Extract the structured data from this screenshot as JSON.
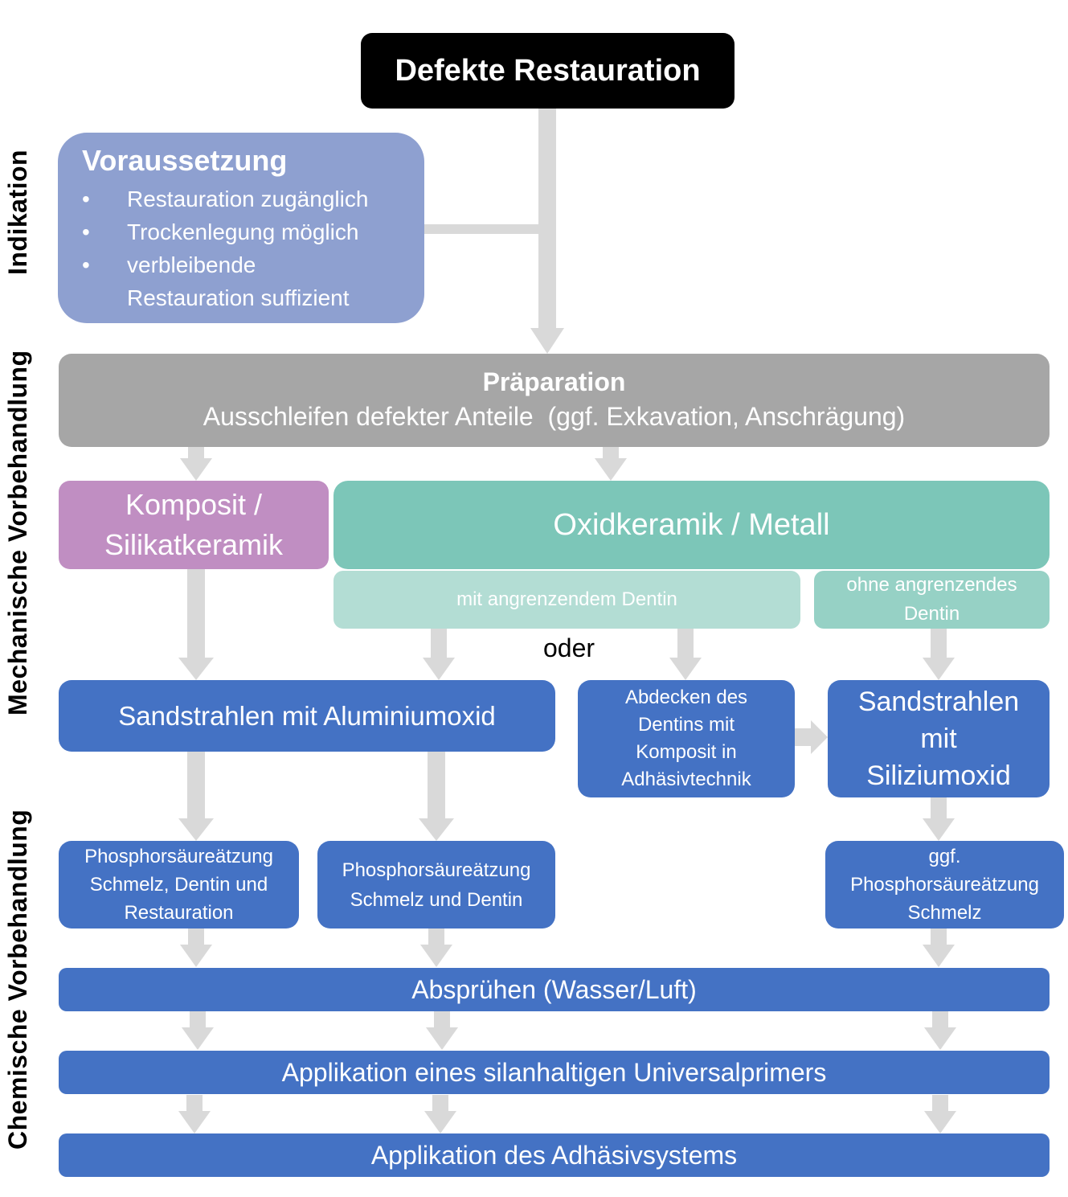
{
  "side_labels": {
    "indication": "Indikation",
    "mechanical": "Mechanische Vorbehandlung",
    "chemical": "Chemische Vorbehandlung"
  },
  "start": {
    "title": "Defekte Restauration"
  },
  "prerequisite": {
    "title": "Voraussetzung",
    "bullet": "•",
    "items": [
      "Restauration zugänglich",
      "Trockenlegung möglich",
      "verbleibende",
      "Restauration suffizient"
    ]
  },
  "preparation": {
    "title": "Präparation",
    "subtitle": "Ausschleifen defekter Anteile  (ggf. Exkavation, Anschrägung)"
  },
  "materials": {
    "composite": [
      "Komposit /",
      "Silikatkeramik"
    ],
    "oxide": "Oxidkeramik / Metall",
    "with_dentin": "mit angrenzendem Dentin",
    "without_dentin": [
      "ohne angrenzendes",
      "Dentin"
    ],
    "or_label": "oder"
  },
  "mechanical": {
    "sandblast_alox": "Sandstrahlen mit Aluminiumoxid",
    "cover_dentin": [
      "Abdecken des",
      "Dentins mit",
      "Komposit in",
      "Adhäsivtechnik"
    ],
    "sandblast_silox": [
      "Sandstrahlen",
      "mit",
      "Siliziumoxid"
    ]
  },
  "chemical": {
    "etch_all": [
      "Phosphorsäureätzung",
      "Schmelz, Dentin und",
      "Restauration"
    ],
    "etch_enamel_dentin": [
      "Phosphorsäureätzung",
      "Schmelz und Dentin"
    ],
    "etch_enamel_optional": [
      "ggf.",
      "Phosphorsäureätzung",
      "Schmelz"
    ],
    "rinse": "Absprühen (Wasser/Luft)",
    "primer": "Applikation eines silanhaltigen Universalprimers",
    "adhesive": "Applikation des Adhäsivsystems"
  },
  "colors": {
    "start": "#000000",
    "prerequisite": "#8ea0d0",
    "preparation": "#a6a6a6",
    "composite": "#c08ec2",
    "oxide": "#7cc6b8",
    "with_dentin": "#b3ddd4",
    "without_dentin": "#96d1c5",
    "step": "#4472c4",
    "arrow": "#d9d9d9"
  }
}
